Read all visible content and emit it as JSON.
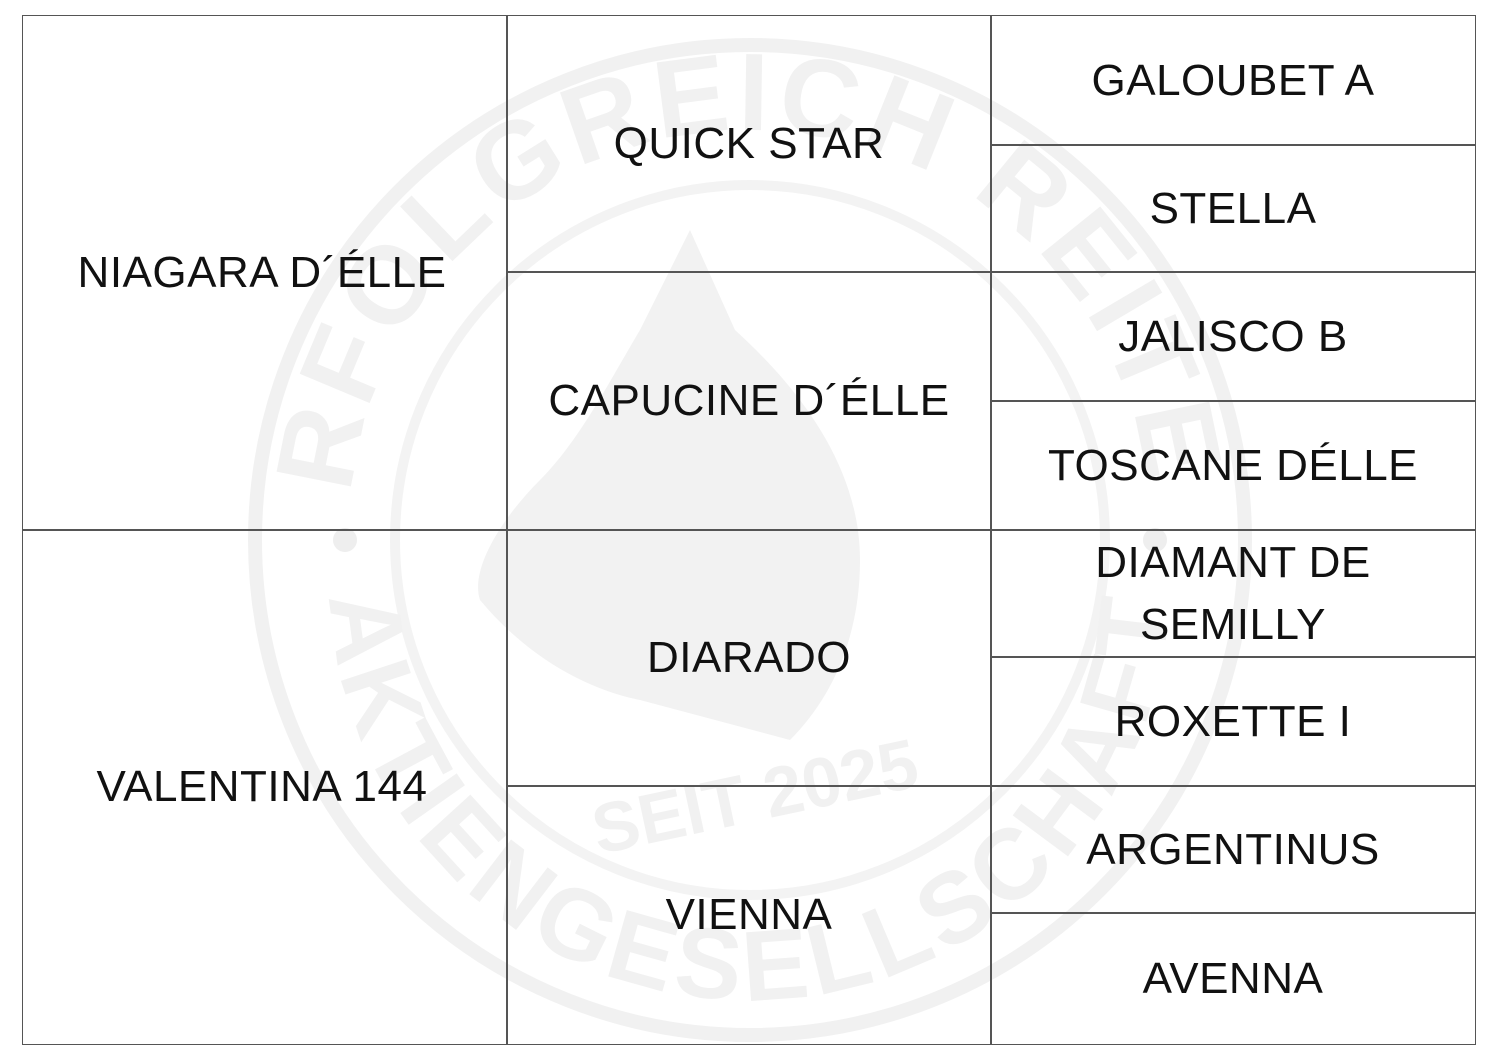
{
  "watermark": {
    "arc_top": "ERFOLGREICH REITEN",
    "arc_bottom": "AKTIENGESELLSCHAFT",
    "since": "SEIT 2025",
    "color": "#f1f1f1"
  },
  "pedigree": {
    "parents": [
      {
        "name": "NIAGARA D´ÉLLE"
      },
      {
        "name": "VALENTINA 144"
      }
    ],
    "grandparents": [
      {
        "name": "QUICK STAR"
      },
      {
        "name": "CAPUCINE D´ÉLLE"
      },
      {
        "name": "DIARADO"
      },
      {
        "name": "VIENNA"
      }
    ],
    "great_grandparents": [
      {
        "name": "GALOUBET A"
      },
      {
        "name": "STELLA"
      },
      {
        "name": "JALISCO B"
      },
      {
        "name": "TOSCANE DÉLLE"
      },
      {
        "name": "DIAMANT DE SEMILLY"
      },
      {
        "name": "ROXETTE I"
      },
      {
        "name": "ARGENTINUS"
      },
      {
        "name": "AVENNA"
      }
    ]
  }
}
